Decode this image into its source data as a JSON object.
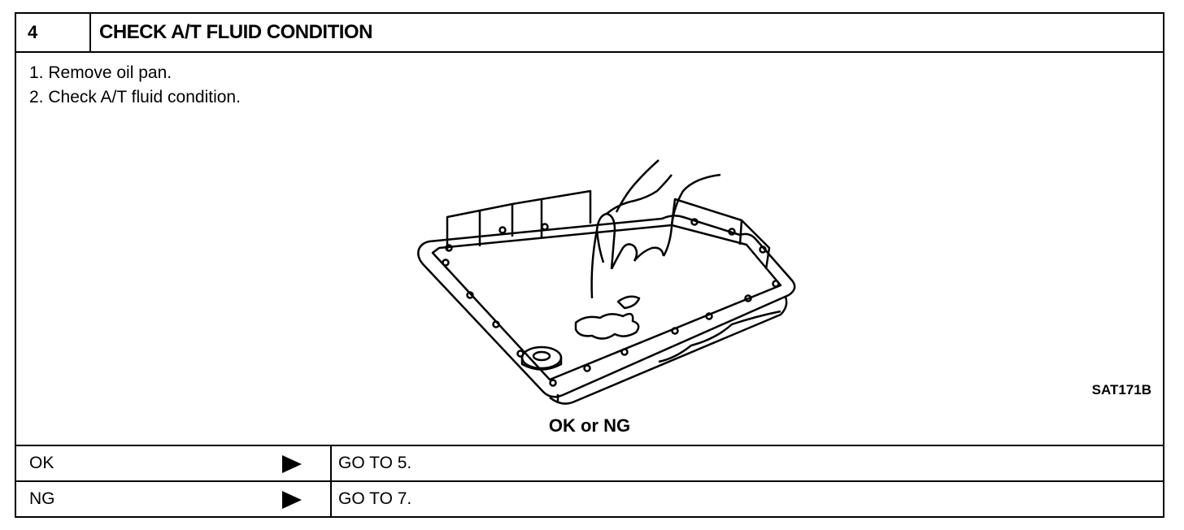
{
  "step": {
    "number": "4",
    "title": "CHECK A/T FLUID CONDITION"
  },
  "instructions": [
    "1.  Remove oil pan.",
    "2.  Check A/T fluid condition."
  ],
  "figure": {
    "id": "SAT171B"
  },
  "prompt": "OK or NG",
  "results": [
    {
      "result": "OK",
      "action": "GO TO 5."
    },
    {
      "result": "NG",
      "action": "GO TO 7."
    }
  ]
}
